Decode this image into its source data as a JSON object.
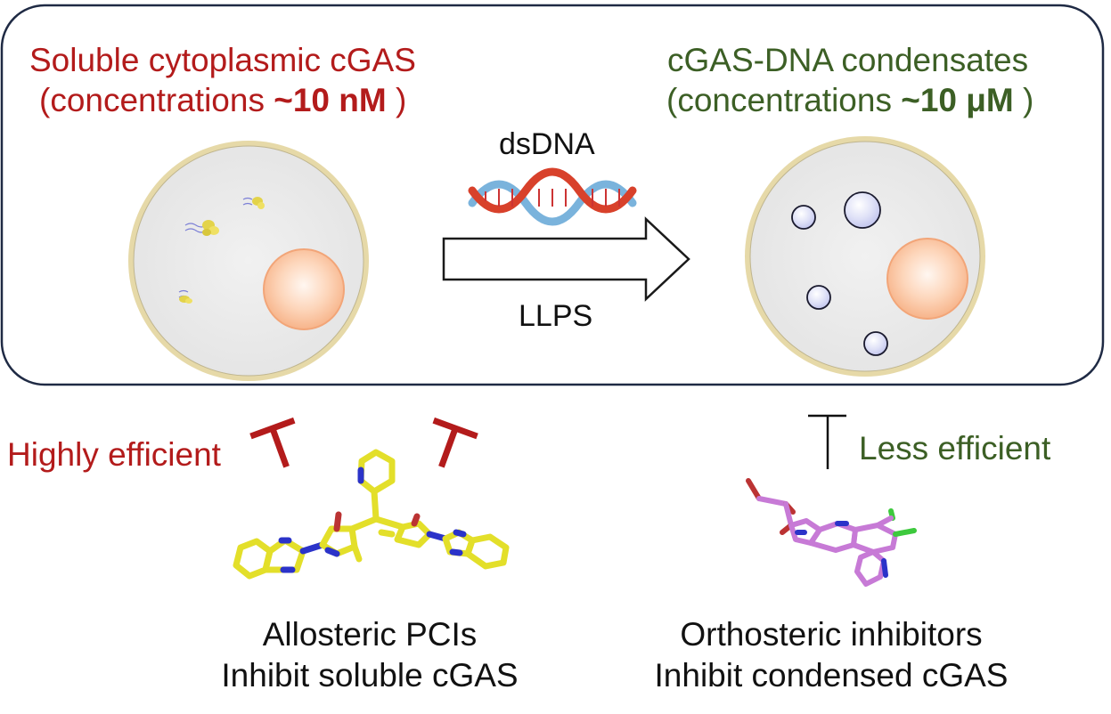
{
  "panel": {
    "left_title_line1": "Soluble cytoplasmic cGAS",
    "left_title_line2_prefix": "(concentrations ",
    "left_title_line2_value": "~10 nM",
    "left_title_line2_suffix": " )",
    "right_title_line1": "cGAS-DNA condensates",
    "right_title_line2_prefix": "(concentrations ",
    "right_title_line2_value": "~10 μM",
    "right_title_line2_suffix": " )",
    "arrow_top_label": "dsDNA",
    "arrow_bottom_label": "LLPS"
  },
  "bottom": {
    "highly_efficient": "Highly efficient",
    "less_efficient": "Less efficient",
    "allosteric_line1": "Allosteric PCIs",
    "allosteric_line2": "Inhibit soluble cGAS",
    "orthosteric_line1": "Orthosteric inhibitors",
    "orthosteric_line2": "Inhibit condensed cGAS"
  },
  "colors": {
    "red_text": "#b31b1b",
    "green_text": "#3c5f25",
    "panel_border": "#1f2a44",
    "cell_fill": "#ebebeb",
    "cell_border": "#e6d9a8",
    "nucleus": "#f6b98e",
    "condensate": "#d6d8f4",
    "pci_molecule": "#e3df2a",
    "orthosteric_molecule": "#c77ad6"
  }
}
